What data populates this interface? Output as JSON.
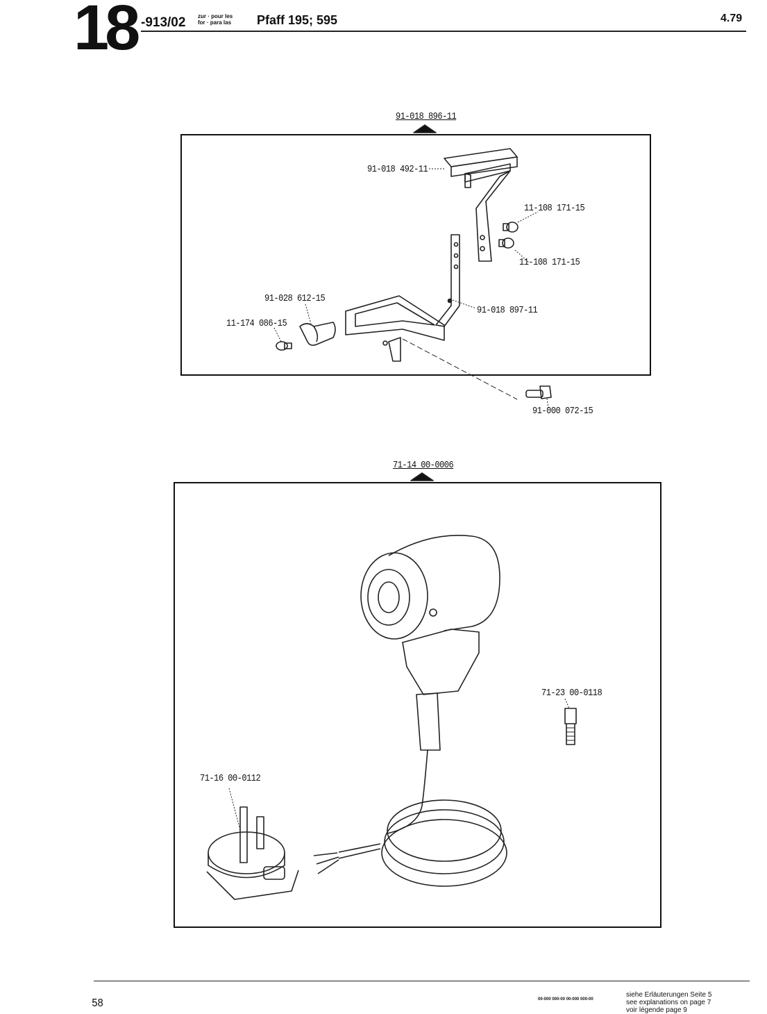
{
  "header": {
    "chapter": "18",
    "code": "-913/02",
    "zur_pour_les": "zur · pour les",
    "for_para_las": "for · para las",
    "model": "Pfaff 195; 595",
    "date": "4.79"
  },
  "assemblies": [
    {
      "number": "91-018 896-11",
      "parts": [
        "91-018 492-11",
        "11-108 171-15",
        "11-108 171-15",
        "91-028 612-15",
        "11-174 086-15",
        "91-018 897-11",
        "91-000 072-15"
      ]
    },
    {
      "number": "71-14 00-0006",
      "parts": [
        "71-23 00-0118",
        "71-16 00-0112"
      ]
    }
  ],
  "footer": {
    "page_number": "58",
    "codes": "00-000 000-00   00-000 000-00",
    "line1": "siehe Erläuterungen Seite 5",
    "line2": "see explanations on page 7",
    "line3": "voir légende page 9"
  }
}
